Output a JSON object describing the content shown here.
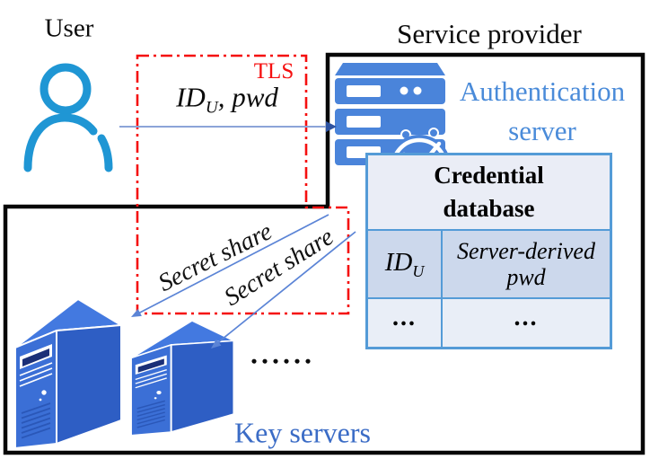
{
  "labels": {
    "user": "User",
    "service_provider": "Service provider",
    "tls": "TLS",
    "id_prefix": "ID",
    "id_sub": "U",
    "id_suffix": ", pwd",
    "auth_line1": "Authentication",
    "auth_line2": "server",
    "secret_share_upper": "Secret share",
    "secret_share_lower": "Secret share",
    "key_servers": "Key servers",
    "servers_ellipsis": "......"
  },
  "credential_table": {
    "title_line1": "Credential",
    "title_line2": "database",
    "col1_header_prefix": "ID",
    "col1_header_sub": "U",
    "col2_header_line1": "Server-derived",
    "col2_header_line2": "pwd",
    "row_dots_col1": "...",
    "row_dots_col2": "..."
  },
  "icons": {
    "user_icon": "person-outline",
    "auth_server_icon": "server-rack-with-stopwatch",
    "key_server_icon": "tower-server-3d"
  },
  "colors": {
    "red": "#f50f0f",
    "user_blue": "#1f96d4",
    "rack_blue": "#4a84da",
    "auth_blue": "#4a8bd9",
    "key_blue": "#3b6cc6",
    "table_border": "#549bd7",
    "row_header_bg": "#eaedf6",
    "row_mid_bg": "#ccd8ec",
    "row_light_bg": "#e9eef7",
    "arrow_line": "#8ca4d8",
    "arrow_head": "#2d52a0",
    "secret_line": "#5b84d6",
    "tower_front": "#3b6fd6",
    "tower_side": "#2e5ec4",
    "tower_top": "#4379e0"
  }
}
